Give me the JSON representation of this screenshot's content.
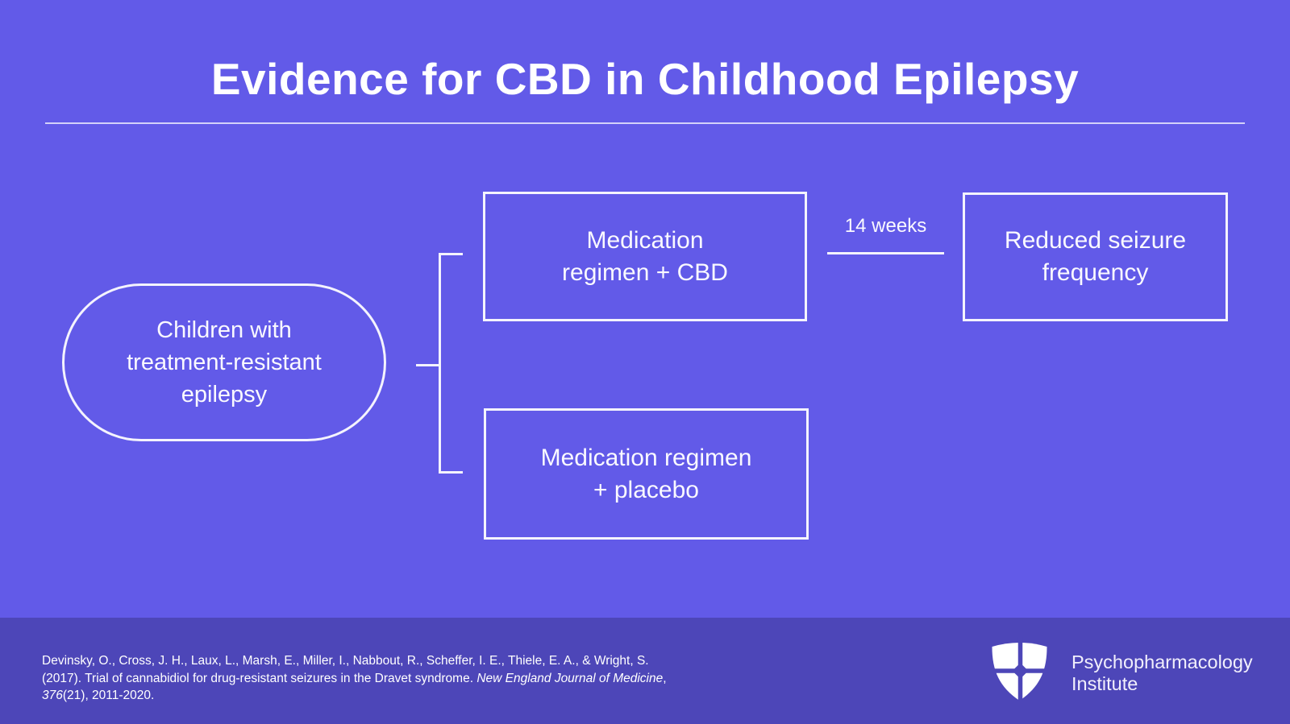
{
  "title": "Evidence for CBD in Childhood Epilepsy",
  "diagram": {
    "population": "Children with\ntreatment-resistant\nepilepsy",
    "arm_top": "Medication\nregimen + CBD",
    "arm_bottom": "Medication regimen\n+ placebo",
    "outcome": "Reduced seizure\nfrequency",
    "duration_label": "14 weeks"
  },
  "footer": {
    "citation": {
      "text_before_journal": "Devinsky, O., Cross, J. H., Laux, L., Marsh, E., Miller, I., Nabbout, R., Scheffer, I. E., Thiele, E. A., & Wright, S. (2017). Trial of cannabidiol for drug-resistant seizures in the Dravet syndrome. ",
      "journal": "New England Journal of Medicine",
      "separator": ", ",
      "volume": "376",
      "issue_pages": "(21), 2011-2020."
    },
    "logo": {
      "line1": "Psychopharmacology",
      "line2": "Institute"
    }
  },
  "colors": {
    "background": "#625AE8",
    "footer_background": "#4D46B8",
    "line_and_border": "#F4F3FD",
    "text": "#FFFFFF"
  }
}
